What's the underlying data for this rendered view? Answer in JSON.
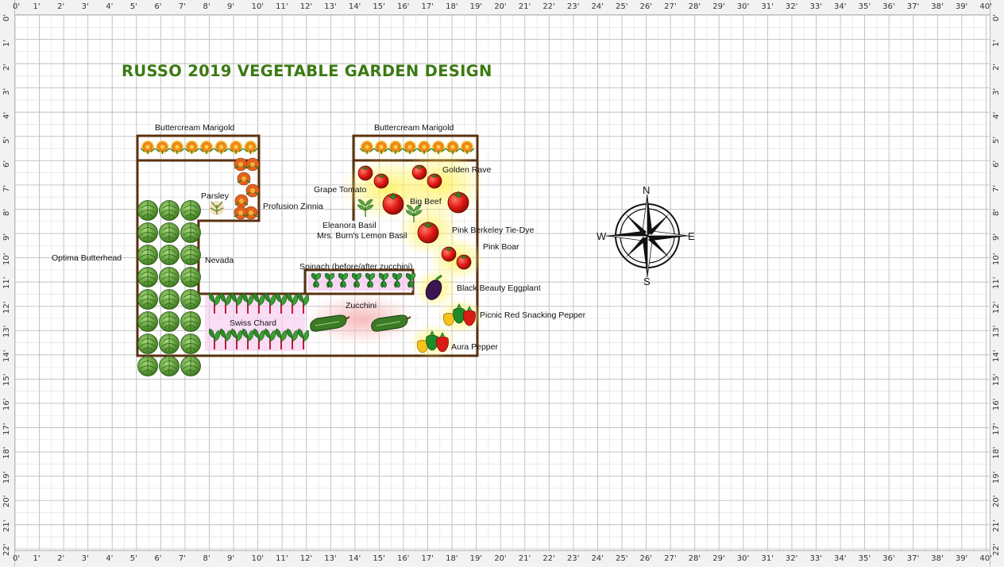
{
  "title": "RUSSO 2019 VEGETABLE GARDEN DESIGN",
  "ruler": {
    "x_labels": [
      "0'",
      "1'",
      "2'",
      "3'",
      "4'",
      "5'",
      "6'",
      "7'",
      "8'",
      "9'",
      "10'",
      "11'",
      "12'",
      "13'",
      "14'",
      "15'",
      "16'",
      "17'",
      "18'",
      "19'",
      "20'",
      "21'",
      "22'",
      "23'",
      "24'",
      "25'",
      "26'",
      "27'",
      "28'",
      "29'",
      "30'",
      "31'",
      "32'",
      "33'",
      "34'",
      "35'",
      "36'",
      "37'",
      "38'",
      "39'",
      "40'"
    ],
    "y_labels": [
      "0'",
      "1'",
      "2'",
      "3'",
      "4'",
      "5'",
      "6'",
      "7'",
      "8'",
      "9'",
      "10'",
      "11'",
      "12'",
      "13'",
      "14'",
      "15'",
      "16'",
      "17'",
      "18'",
      "19'",
      "20'",
      "21'",
      "22'"
    ]
  },
  "plant_labels": {
    "marigold_left": "Buttercream Marigold",
    "marigold_right": "Buttercream Marigold",
    "parsley": "Parsley",
    "zinnia": "Profusion Zinnia",
    "butterhead": "Optima Butterhead",
    "nevada": "Nevada",
    "grape_tomato": "Grape Tomato",
    "golden_rave": "Golden Rave",
    "big_beef": "Big Beef",
    "eleanora_basil": "Eleanora Basil",
    "lemon_basil": "Mrs. Burn's Lemon Basil",
    "pink_berkeley": "Pink Berkeley Tie-Dye",
    "pink_boar": "Pink Boar",
    "spinach": "Spinach (before/after zucchini)",
    "eggplant": "Black Beauty Eggplant",
    "zucchini": "Zucchini",
    "picnic_pepper": "Picnic Red Snacking Pepper",
    "swiss_chard": "Swiss Chard",
    "aura_pepper": "Aura Pepper"
  },
  "compass": {
    "n": "N",
    "s": "S",
    "e": "E",
    "w": "W"
  },
  "colors": {
    "bed_border": "#5a3210",
    "title": "#3b7a12",
    "grid_minor": "#dedede",
    "grid_major": "#bdbdbd"
  }
}
